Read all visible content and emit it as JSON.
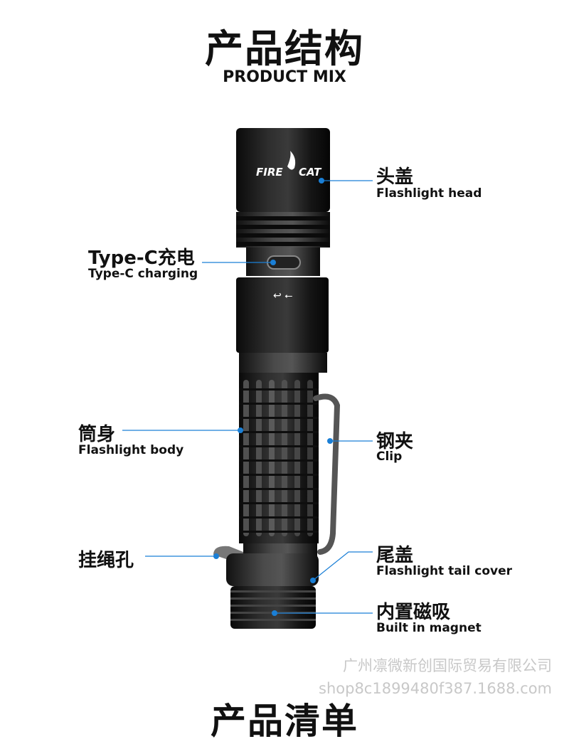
{
  "header": {
    "title_cn": "产品结构",
    "title_en": "PRODUCT MIX"
  },
  "product": {
    "brand_text_left": "FIRE",
    "brand_text_right": "CAT"
  },
  "labels": {
    "head": {
      "cn": "头盖",
      "en": "Flashlight head"
    },
    "typec": {
      "cn": "Type-C充电",
      "en": "Type-C charging"
    },
    "body": {
      "cn": "筒身",
      "en": "Flashlight body"
    },
    "clip": {
      "cn": "钢夹",
      "en": "Clip"
    },
    "lanyard": {
      "cn": "挂绳孔",
      "en": ""
    },
    "tail": {
      "cn": "尾盖",
      "en": "Flashlight tail cover"
    },
    "magnet": {
      "cn": "内置磁吸",
      "en": "Built in magnet"
    }
  },
  "watermark": {
    "company": "广州凛微新创国际贸易有限公司",
    "url": "shop8c1899480f387.1688.com"
  },
  "footer": {
    "next_title": "产品清单"
  },
  "colors": {
    "accent": "#1a7fd6",
    "text": "#111111",
    "watermark": "#c8c8c8"
  }
}
